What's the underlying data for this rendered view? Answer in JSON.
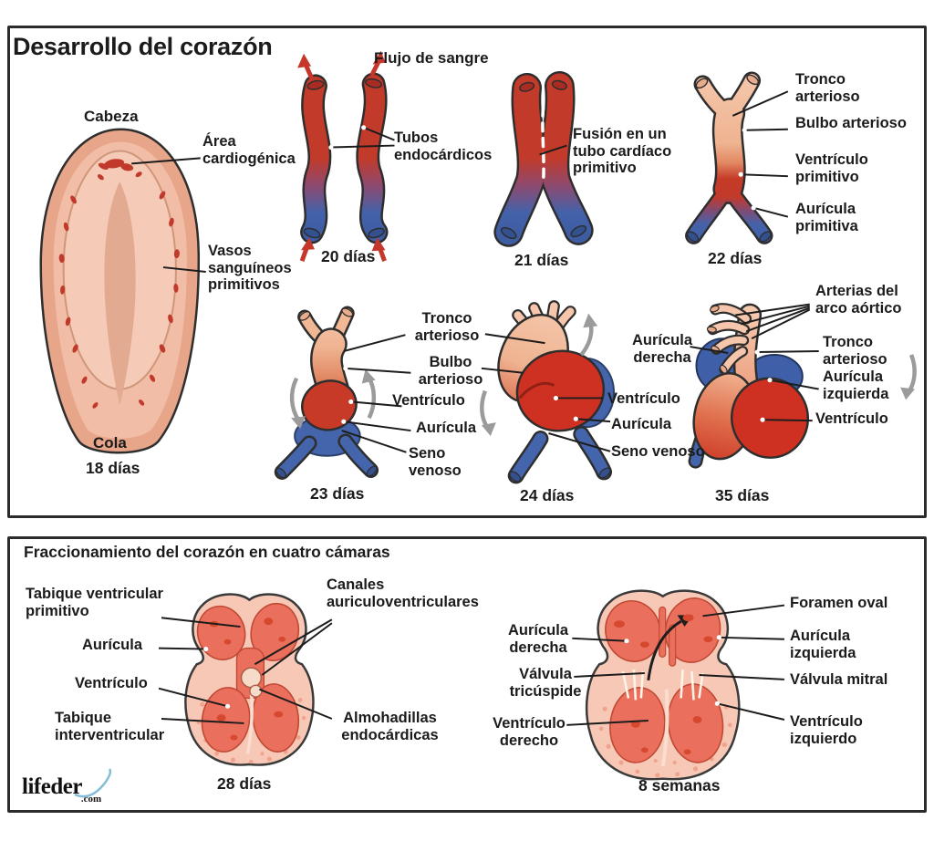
{
  "panel1": {
    "title": "Desarrollo del corazón",
    "blood_flow_label": "Flujo de sangre",
    "s18": {
      "head": "Cabeza",
      "area": "Área cardiogénica",
      "vessels": "Vasos sanguíneos primitivos",
      "tail": "Cola",
      "day": "18 días"
    },
    "s20": {
      "tubes": "Tubos endocárdicos",
      "day": "20 días"
    },
    "s21": {
      "fusion": "Fusión en un tubo cardíaco primitivo",
      "day": "21 días"
    },
    "s22": {
      "tronco": "Tronco arterioso",
      "bulbo": "Bulbo arterioso",
      "ventriculo": "Ventrículo primitivo",
      "auricula": "Aurícula primitiva",
      "day": "22 días"
    },
    "s23": {
      "tronco": "Tronco arterioso",
      "bulbo": "Bulbo arterioso",
      "ventriculo": "Ventrículo",
      "auricula": "Aurícula",
      "seno": "Seno venoso",
      "day": "23 días"
    },
    "s24": {
      "ventriculo": "Ventrículo",
      "auricula": "Aurícula",
      "seno": "Seno venoso",
      "day": "24 días"
    },
    "s35": {
      "auricula_derecha": "Aurícula derecha",
      "arterias": "Arterias del arco aórtico",
      "tronco": "Tronco arterioso",
      "auricula_izquierda": "Aurícula izquierda",
      "ventriculo": "Ventrículo",
      "day": "35 días"
    }
  },
  "panel2": {
    "title": "Fraccionamiento del corazón en cuatro cámaras",
    "s28": {
      "tabique_ventricular": "Tabique ventricular primitivo",
      "auricula": "Aurícula",
      "ventriculo": "Ventrículo",
      "tabique_inter": "Tabique interventricular",
      "canales": "Canales auriculoventriculares",
      "almohadillas": "Almohadillas endocárdicas",
      "day": "28 días"
    },
    "s8w": {
      "auricula_derecha": "Aurícula derecha",
      "valvula_tricuspide": "Válvula tricúspide",
      "ventriculo_derecho": "Ventrículo derecho",
      "foramen": "Foramen oval",
      "auricula_izquierda": "Aurícula izquierda",
      "valvula_mitral": "Válvula mitral",
      "ventriculo_izquierdo": "Ventrículo izquierdo",
      "day": "8 semanas"
    }
  },
  "logo": {
    "name": "lifeder",
    "tld": ".com"
  },
  "colors": {
    "red": "#c23a2a",
    "blue": "#4161a9",
    "peach": "#f5c6ab",
    "pink_outer": "#f8c8b7",
    "salmon": "#eb6f5d",
    "gray_arrow": "#9b9b9b",
    "line": "#1c1c1c"
  }
}
